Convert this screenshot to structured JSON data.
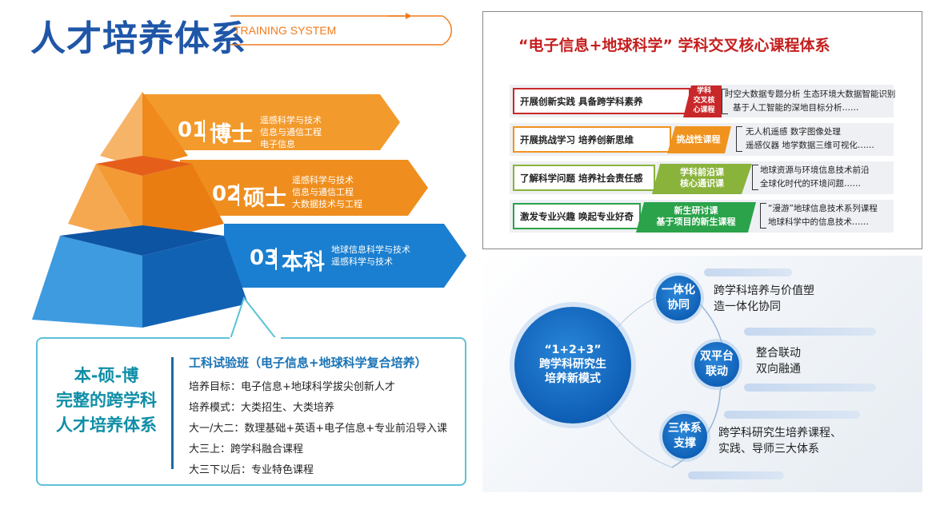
{
  "left": {
    "title": "人才培养体系",
    "subtitle": "TRAINING SYSTEM",
    "levels": [
      {
        "num": "01",
        "name": "博士",
        "items": [
          "遥感科学与技术",
          "信息与通信工程",
          "电子信息"
        ]
      },
      {
        "num": "02",
        "name": "硕士",
        "items": [
          "遥感科学与技术",
          "信息与通信工程",
          "大数据技术与工程"
        ]
      },
      {
        "num": "03",
        "name": "本科",
        "items": [
          "地球信息科学与技术",
          "遥感科学与技术"
        ]
      }
    ],
    "box": {
      "left_lines": [
        "本-硕-博",
        "完整的跨学科",
        "人才培养体系"
      ],
      "title": "工科试验班（电子信息+地球科学复合培养）",
      "lines": [
        "培养目标：电子信息+地球科学拔尖创新人才",
        "培养模式：大类招生、大类培养",
        "大一/大二：数理基础+英语+电子信息+专业前沿导入课",
        "大三上：跨学科融合课程",
        "大三下以后：专业特色课程"
      ]
    }
  },
  "right_top": {
    "title": "“电子信息+地球科学” 学科交叉核心课程体系",
    "rows": [
      {
        "goal": "开展创新实践  具备跨学科素养",
        "tag": [
          "学科",
          "交叉核",
          "心课程"
        ],
        "desc": [
          "时空大数据专题分析  生态环境大数据智能识别",
          "基于人工智能的深地目标分析……"
        ],
        "color": "#c8282a"
      },
      {
        "goal": "开展挑战学习  培养创新思维",
        "tag": [
          "挑战性课程"
        ],
        "desc": [
          "无人机遥感      数字图像处理",
          "遥感仪器        地学数据三维可视化……"
        ],
        "color": "#f0931e"
      },
      {
        "goal": "了解科学问题  培养社会责任感",
        "tag": [
          "学科前沿课",
          "核心通识课"
        ],
        "desc": [
          "地球资源与环境信息技术前沿",
          "全球化时代的环境问题……"
        ],
        "color": "#8ab33c"
      },
      {
        "goal": "激发专业兴趣  唤起专业好奇",
        "tag": [
          "新生研讨课",
          "基于项目的新生课程"
        ],
        "desc": [
          "“漫游”地球信息技术系列课程",
          "地球科学中的信息技术……"
        ],
        "color": "#2aa34a"
      }
    ]
  },
  "right_bottom": {
    "main": [
      "“1+2+3”",
      "跨学科研究生",
      "培养新模式"
    ],
    "nodes": [
      {
        "label": [
          "一体化",
          "协同"
        ],
        "text": [
          "跨学科培养与价值塑",
          "造一体化协同"
        ]
      },
      {
        "label": [
          "双平台",
          "联动"
        ],
        "text": [
          "整合联动",
          "双向融通"
        ]
      },
      {
        "label": [
          "三体系",
          "支撑"
        ],
        "text": [
          "跨学科研究生培养课程、",
          "实践、导师三大体系"
        ]
      }
    ]
  }
}
